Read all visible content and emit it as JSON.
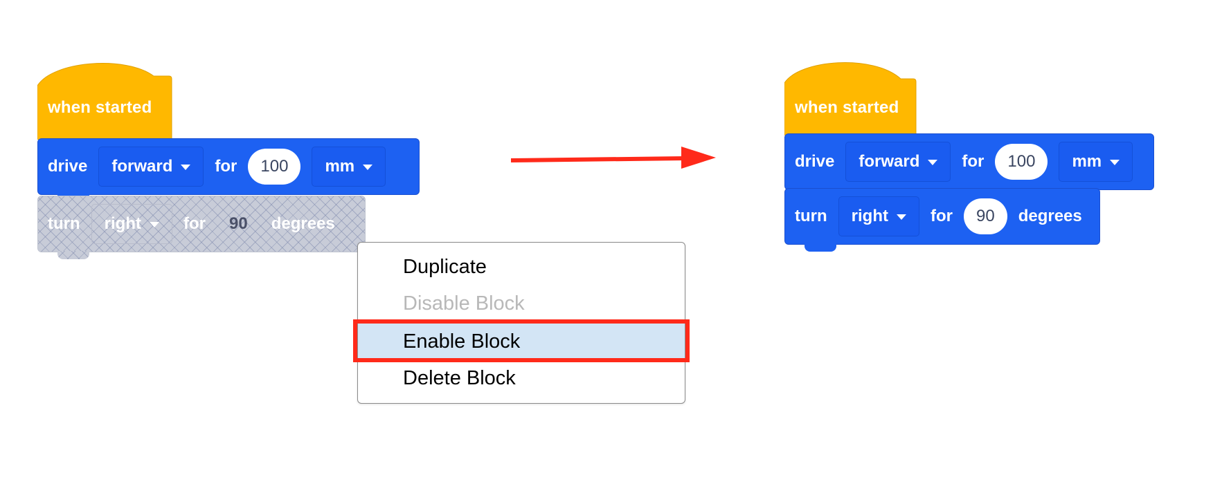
{
  "colors": {
    "hat_block": "#ffb800",
    "motion_block": "#1d61f2",
    "disabled_block": "#c8ccd8",
    "menu_highlight": "#d3e5f5",
    "annotation_red": "#ff2a1a"
  },
  "before": {
    "hat": {
      "label": "when started"
    },
    "drive": {
      "keyword": "drive",
      "direction": "forward",
      "for_label": "for",
      "amount": "100",
      "unit": "mm"
    },
    "turn": {
      "keyword": "turn",
      "direction": "right",
      "for_label": "for",
      "amount": "90",
      "unit": "degrees",
      "state": "disabled"
    }
  },
  "context_menu": {
    "items": [
      {
        "label": "Duplicate",
        "state": "enabled"
      },
      {
        "label": "Disable Block",
        "state": "disabled"
      },
      {
        "label": "Enable Block",
        "state": "highlighted"
      },
      {
        "label": "Delete Block",
        "state": "enabled"
      }
    ]
  },
  "after": {
    "hat": {
      "label": "when started"
    },
    "drive": {
      "keyword": "drive",
      "direction": "forward",
      "for_label": "for",
      "amount": "100",
      "unit": "mm"
    },
    "turn": {
      "keyword": "turn",
      "direction": "right",
      "for_label": "for",
      "amount": "90",
      "unit": "degrees",
      "state": "enabled"
    }
  },
  "arrow": {
    "icon": "right-arrow-icon",
    "color": "#ff2a1a"
  }
}
